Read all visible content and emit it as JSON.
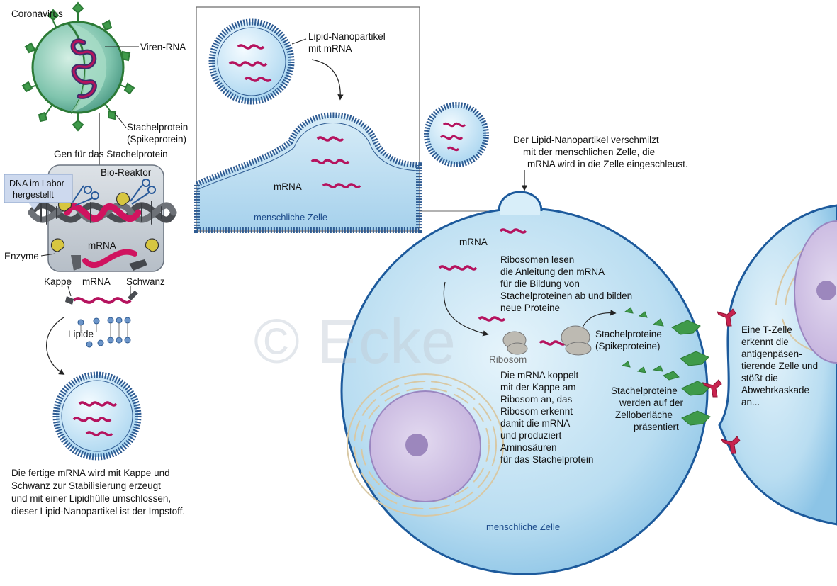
{
  "labels": {
    "coronavirus": "Coronavirus",
    "viren_rna": "Viren-RNA",
    "stachelprotein": "Stachelprotein",
    "spikeprotein": "(Spikeprotein)",
    "gen": "Gen für das Stachelprotein",
    "bio_reaktor": "Bio-Reaktor",
    "dna_labor_1": "DNA im Labor",
    "dna_labor_2": "hergestellt",
    "mrna_reactor": "mRNA",
    "enzyme": "Enzyme",
    "kappe": "Kappe",
    "mrna_strand": "mRNA",
    "schwanz": "Schwanz",
    "lipide": "Lipide",
    "final_1": "Die fertige mRNA wird mit Kappe und",
    "final_2": "Schwanz zur Stabilisierung erzeugt",
    "final_3": "und mit einer Lipidhülle umschlossen,",
    "final_4": "dieser Lipid-Nanopartikel ist der Impstoff.",
    "lnp_1": "Lipid-Nanopartikel",
    "lnp_2": "mit mRNA",
    "inset_mrna": "mRNA",
    "inset_cell": "menschliche Zelle",
    "fuse_1": "Der Lipid-Nanopartikel   verschmilzt",
    "fuse_2": "mit der menschlichen Zelle, die",
    "fuse_3": "mRNA wird in die Zelle eingeschleust.",
    "cell_mrna": "mRNA",
    "ribo_1": "Ribosomen lesen",
    "ribo_2": "die Anleitung den mRNA",
    "ribo_3": "für die Bildung von",
    "ribo_4": "Stachelproteinen ab und bilden",
    "ribo_5": "neue Proteine",
    "ribosom": "Ribosom",
    "sp_1": "Stachelproteine",
    "sp_2": "(Spikeproteine)",
    "couple_1": "Die mRNA koppelt",
    "couple_2": "mit der Kappe am",
    "couple_3": "Ribosom an, das",
    "couple_4": "Ribosom erkennt",
    "couple_5": "damit die mRNA",
    "couple_6": "und produziert",
    "couple_7": "Aminosäuren",
    "couple_8": "für das Stachelprotein",
    "present_1": "Stachelproteine",
    "present_2": "werden auf der",
    "present_3": "Zelloberläche",
    "present_4": "präsentiert",
    "cell_bottom": "menschliche Zelle",
    "tcell_1": "Eine T-Zelle",
    "tcell_2": "erkennt die",
    "tcell_3": "antigenpäsen-",
    "tcell_4": "tierende Zelle und",
    "tcell_5": "stößt die",
    "tcell_6": "Abwehrkaskade",
    "tcell_7": "an...",
    "watermark": "© Ecke"
  },
  "colors": {
    "mrna": "#b5135e",
    "cell_fill": "#a9d3ec",
    "cell_border": "#1d5a9c",
    "virus_green": "#3f9a4a",
    "nucleus": "#cdbfe0",
    "reactor": "#c4cbd3"
  }
}
